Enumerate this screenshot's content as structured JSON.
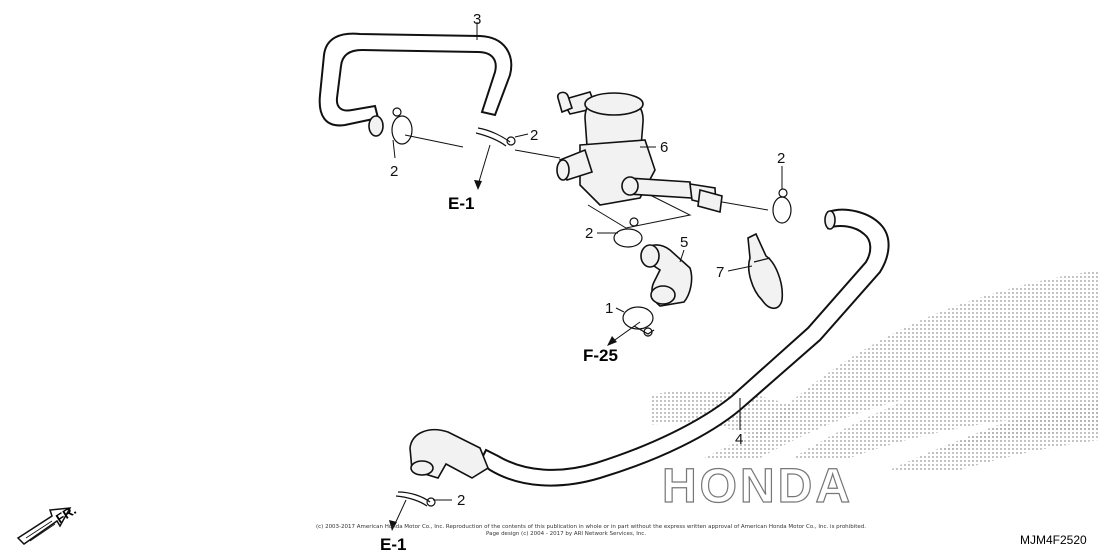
{
  "diagram": {
    "callouts": {
      "c3": "3",
      "c2a": "2",
      "c2b": "2",
      "c6": "6",
      "c2c": "2",
      "c2d": "2",
      "c5": "5",
      "c7": "7",
      "c1": "1",
      "c4": "4",
      "c2e": "2"
    },
    "references": {
      "e1_top": "E-1",
      "f25": "F-25",
      "e1_bottom": "E-1"
    },
    "direction_label": "FR.",
    "logo_text": "HONDA",
    "diagram_code": "MJM4F2520",
    "copyright_line1": "(c) 2003-2017 American Honda Motor Co., Inc. Reproduction of the contents of this publication in whole or in part without the express written approval of American Honda Motor Co., Inc. is prohibited.",
    "copyright_line2": "Page design (c) 2004 - 2017 by ARI Network Services, Inc."
  }
}
